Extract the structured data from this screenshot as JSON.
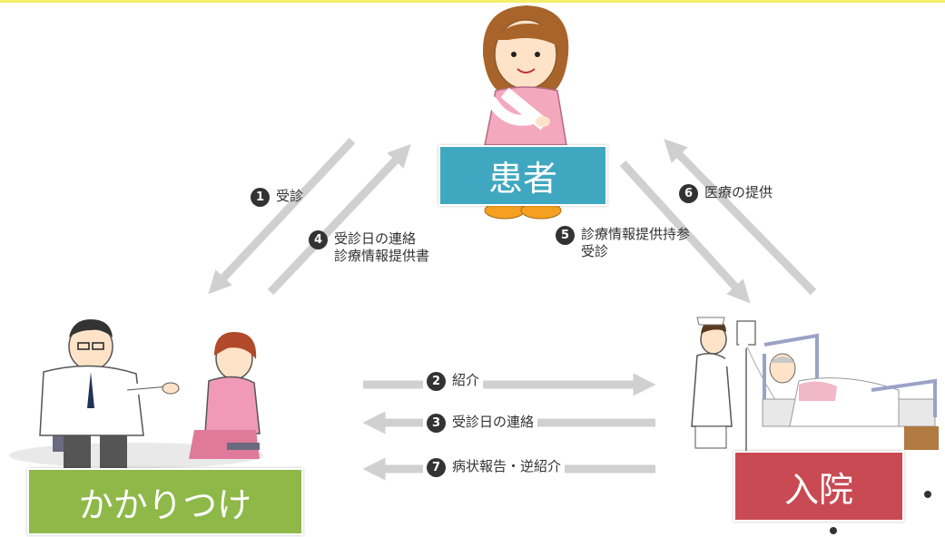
{
  "nodes": {
    "patient": {
      "label": "患者",
      "color": "#3fa8c0"
    },
    "clinic": {
      "label": "かかりつけ",
      "color": "#8eb848"
    },
    "hospital": {
      "label": "入院",
      "color": "#c94a52"
    }
  },
  "steps": [
    {
      "num": "1",
      "lines": [
        "受診"
      ]
    },
    {
      "num": "2",
      "lines": [
        "紹介"
      ]
    },
    {
      "num": "3",
      "lines": [
        "受診日の連絡"
      ]
    },
    {
      "num": "4",
      "lines": [
        "受診日の連絡",
        "診療情報提供書"
      ]
    },
    {
      "num": "5",
      "lines": [
        "診療情報提供持参",
        "受診"
      ]
    },
    {
      "num": "6",
      "lines": [
        "医療の提供"
      ]
    },
    {
      "num": "7",
      "lines": [
        "病状報告・逆紹介"
      ]
    }
  ],
  "colors": {
    "arrow": "#d0d0d0",
    "badge": "#333333",
    "top_line": "#f3ef6a"
  }
}
